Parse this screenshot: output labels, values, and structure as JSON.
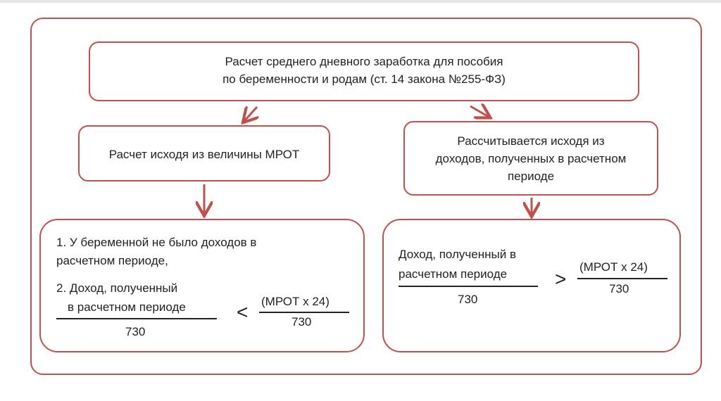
{
  "colors": {
    "accent": "#c0504d",
    "text": "#222222"
  },
  "top_box": {
    "line1": "Расчет среднего дневного заработка для пособия",
    "line2": "по беременности и родам (ст. 14 закона №255-ФЗ)"
  },
  "left_box": {
    "text": "Расчет исходя из величины МРОТ"
  },
  "right_box": {
    "line1": "Рассчитывается исходя из",
    "line2": "доходов, полученных в расчетном",
    "line3": "периоде"
  },
  "bottom_left": {
    "item1_line1": "1.  У беременной не было доходов в",
    "item1_line2": "расчетном периоде,",
    "item2_line1": "2.  Доход, полученный",
    "item2_line2": "в расчетном периоде",
    "denominator": "730",
    "sign": "<",
    "rhs_numerator": "(МРОТ х 24)",
    "rhs_denominator": "730"
  },
  "bottom_right": {
    "lhs_line1": "Доход, полученный в",
    "lhs_line2": "расчетном периоде",
    "lhs_denominator": "730",
    "sign": ">",
    "rhs_numerator": "(МРОТ х 24)",
    "rhs_denominator": "730"
  }
}
